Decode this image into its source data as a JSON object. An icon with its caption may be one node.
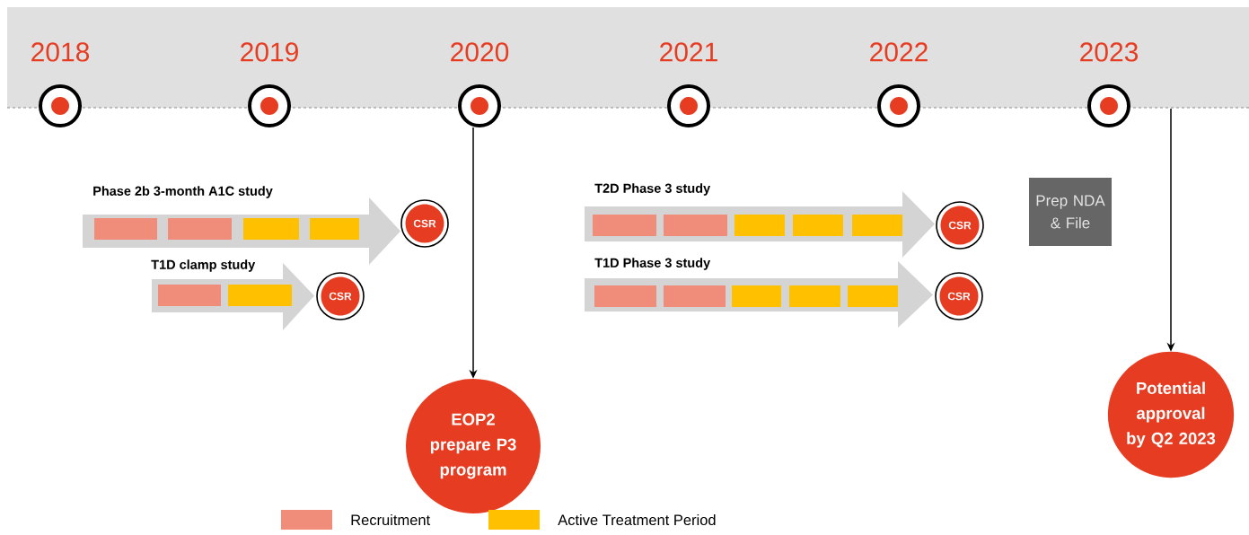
{
  "diagram": {
    "nodes": [
      {
        "text": [
          "2018"
        ]
      },
      {
        "text": [
          "2019"
        ]
      },
      {
        "text": [
          "2020"
        ]
      },
      {
        "text": [
          "2021"
        ]
      },
      {
        "text": [
          "2022"
        ]
      },
      {
        "text": [
          "2023"
        ]
      },
      {
        "text": [
          "Phase 2b 3-month A1C study"
        ]
      },
      {
        "text": [
          "CSR"
        ]
      },
      {
        "text": [
          "T1D clamp study"
        ]
      },
      {
        "text": [
          "CSR"
        ]
      },
      {
        "text": [
          "T2D Phase 3 study"
        ]
      },
      {
        "text": [
          "CSR"
        ]
      },
      {
        "text": [
          "T1D Phase 3 study"
        ]
      },
      {
        "text": [
          "CSR"
        ]
      },
      {
        "text": [
          "Prep NDA & File"
        ]
      },
      {
        "text": [
          "EOP2 prepare P3 program"
        ]
      },
      {
        "text": [
          "Potential approval by Q2 2023"
        ]
      }
    ],
    "edges": [
      {
        "from": 2,
        "to": 15,
        "arrow": "to"
      },
      {
        "from": null,
        "to": 16,
        "arrow": "to"
      }
    ],
    "legend": [
      {
        "text": "Recruitment",
        "color": "#f08c7a"
      },
      {
        "text": "Active Treatment Period",
        "color": "#ffc000"
      }
    ]
  }
}
